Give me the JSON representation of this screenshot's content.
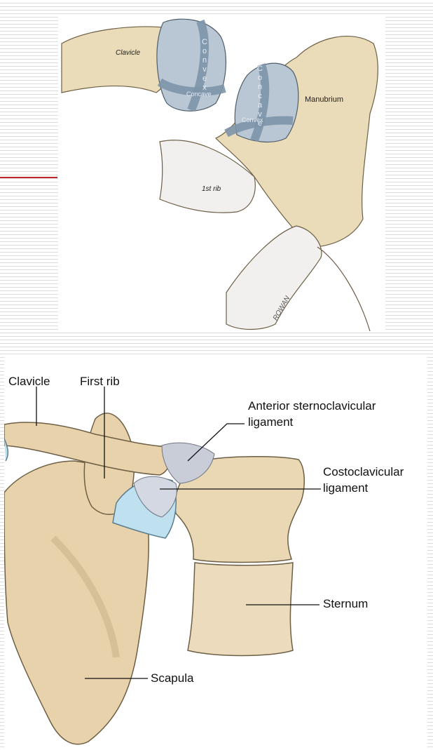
{
  "top_figure": {
    "labels": {
      "clavicle": "Clavicle",
      "manubrium": "Manubrium",
      "first_rib": "1st rib",
      "convex_clavicle": "Convex",
      "concave_clavicle": "Concave",
      "concave_manubrium": "Concave",
      "convex_manubrium": "Convex"
    },
    "signature": "ROWAN"
  },
  "bottom_figure": {
    "labels": {
      "clavicle": "Clavicle",
      "first_rib": "First rib",
      "anterior_ligament_line1": "Anterior sternoclavicular",
      "anterior_ligament_line2": "ligament",
      "costoclavicular_line1": "Costoclavicular",
      "costoclavicular_line2": "ligament",
      "sternum": "Sternum",
      "scapula": "Scapula"
    }
  },
  "colors": {
    "bone": "#eadbb9",
    "bone_shadow": "#cdb88f",
    "cartilage": "#aebfd0",
    "articular_band": "#7d93a8",
    "ligament": "#c9cdd8",
    "accent_rule": "#c0272d"
  }
}
